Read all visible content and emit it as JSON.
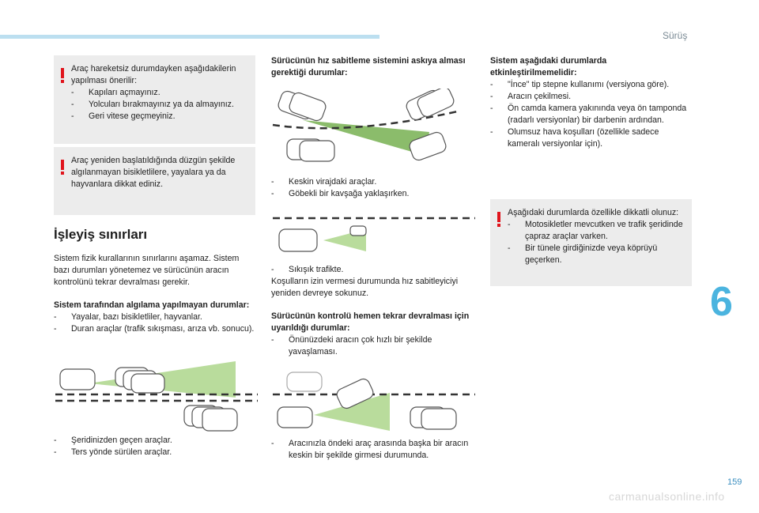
{
  "header": {
    "chapter_title": "Sürüş",
    "chapter_number": "6",
    "page_number": "159",
    "watermark": "carmanualsonline.info"
  },
  "col1": {
    "warning1": {
      "intro": "Araç hareketsiz durumdayken aşağıdakilerin yapılması önerilir:",
      "items": [
        "Kapıları açmayınız.",
        "Yolcuları bırakmayınız ya da almayınız.",
        "Geri vitese geçmeyiniz."
      ]
    },
    "warning2": {
      "text": "Araç yeniden başlatıldığında düzgün şekilde algılanmayan bisikletlilere, yayalara ya da hayvanlara dikkat ediniz."
    },
    "section_title": "İşleyiş sınırları",
    "intro": "Sistem fizik kurallarının sınırlarını aşamaz. Sistem bazı durumları yönetemez ve sürücünün aracın kontrolünü tekrar devralması gerekir.",
    "detect_title": "Sistem tarafından algılama yapılmayan durumlar:",
    "detect_items": [
      "Yayalar, bazı bisikletliler, hayvanlar.",
      "Duran araçlar (trafik sıkışması, arıza vb. sonucu)."
    ],
    "bottom_items": [
      "Şeridinizden geçen araçlar.",
      "Ters yönde sürülen araçlar."
    ]
  },
  "col2": {
    "suspend_title": "Sürücünün hız sabitleme sistemini askıya alması gerektiği durumlar:",
    "curve_items": [
      "Keskin virajdaki araçlar.",
      "Göbekli bir kavşağa yaklaşırken."
    ],
    "traffic_item": "Sıkışık trafikte.",
    "traffic_note": "Koşulların izin vermesi durumunda hız sabitleyiciyi yeniden devreye sokunuz.",
    "takeover_title": "Sürücünün kontrolü hemen tekrar devralması için uyarıldığı durumlar:",
    "takeover_items": [
      "Önünüzdeki aracın çok hızlı bir şekilde yavaşlaması."
    ],
    "bottom_items": [
      "Aracınızla öndeki araç arasında başka bir aracın keskin bir şekilde girmesi durumunda."
    ]
  },
  "col3": {
    "disable_title": "Sistem aşağıdaki durumlarda etkinleştirilmemelidir:",
    "disable_items": [
      "\"İnce\" tip stepne kullanımı (versiyona göre).",
      "Aracın çekilmesi.",
      "Ön camda kamera yakınında veya ön tamponda (radarlı versiyonlar) bir darbenin ardından.",
      "Olumsuz hava koşulları (özellikle sadece kameralı versiyonlar için)."
    ],
    "warning": {
      "intro": "Aşağıdaki durumlarda özellikle dikkatli olunuz:",
      "items": [
        "Motosikletler mevcutken ve trafik şeridinde çapraz araçlar varken.",
        "Bir tünele girdiğinizde veya köprüyü geçerken."
      ]
    }
  },
  "colors": {
    "accent": "#4bb4df",
    "warning_red": "#e0141c",
    "box_bg": "#ececec",
    "radar_green": "#5aa02c"
  }
}
